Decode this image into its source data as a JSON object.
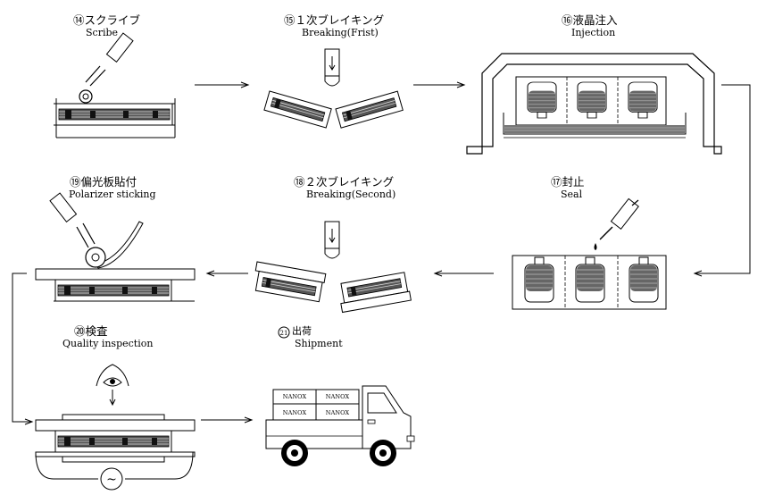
{
  "steps": {
    "scribe": {
      "ja": "⑭スクライブ",
      "en": "Scribe"
    },
    "breaking_first": {
      "ja": "⑮１次ブレイキング",
      "en": "Breaking(Frist)"
    },
    "injection": {
      "ja": "⑯液晶注入",
      "en": "Injection"
    },
    "seal": {
      "ja": "⑰封止",
      "en": "Seal"
    },
    "breaking_second": {
      "ja": "⑱２次ブレイキング",
      "en": "Breaking(Second)"
    },
    "polarizer": {
      "ja": "⑲偏光板貼付",
      "en": "Polarizer sticking"
    },
    "inspection": {
      "ja": "⑳検査",
      "en": "Quality inspection"
    },
    "shipment": {
      "num": "21",
      "ja": "出荷",
      "en": "Shipment"
    }
  },
  "cargo": {
    "box_label": "NANOX"
  },
  "power": {
    "symbol": "~"
  }
}
